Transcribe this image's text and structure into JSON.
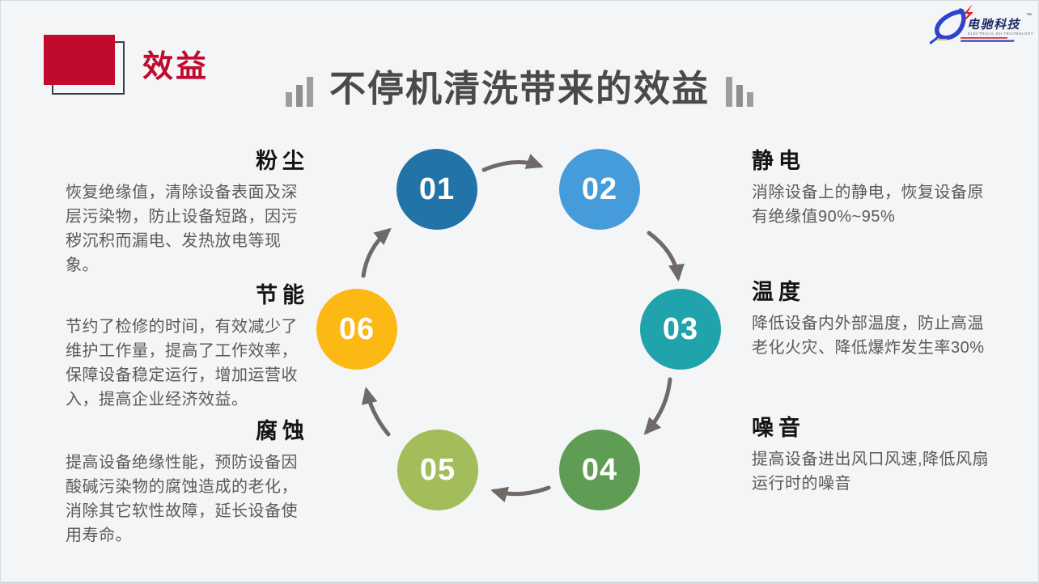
{
  "slide": {
    "corner_label": "效益",
    "title": "不停机清洗带来的效益",
    "accent_color": "#c00a2e",
    "title_color": "#4a4a4a",
    "background": "#f4f5f7"
  },
  "logo": {
    "brand": "电驰科技",
    "trademark": "™",
    "tagline": "ELECTRICAL DH TECHNOLOGY",
    "swoosh_blue": "#2b43cf",
    "bolt_red": "#e02222",
    "text_navy": "#1b2a66"
  },
  "diagram": {
    "arrow_color": "#6f6a68",
    "steps": [
      {
        "num": "01",
        "color": "#2173a8"
      },
      {
        "num": "02",
        "color": "#469cdb"
      },
      {
        "num": "03",
        "color": "#20a3ab"
      },
      {
        "num": "04",
        "color": "#5f9d55"
      },
      {
        "num": "05",
        "color": "#a3bd5b"
      },
      {
        "num": "06",
        "color": "#fcb813"
      }
    ]
  },
  "left_benefits": [
    {
      "heading": "粉尘",
      "body": "恢复绝缘值，清除设备表面及深层污染物，防止设备短路，因污秽沉积而漏电、发热放电等现象。"
    },
    {
      "heading": "节能",
      "body": "节约了检修的时间，有效减少了维护工作量，提高了工作效率，保障设备稳定运行，增加运营收入，提高企业经济效益。"
    },
    {
      "heading": "腐蚀",
      "body": "提高设备绝缘性能，预防设备因酸碱污染物的腐蚀造成的老化，消除其它软性故障，延长设备使用寿命。"
    }
  ],
  "right_benefits": [
    {
      "heading": "静电",
      "body": "消除设备上的静电，恢复设备原有绝缘值90%~95%"
    },
    {
      "heading": "温度",
      "body": "降低设备内外部温度，防止高温老化火灾、降低爆炸发生率30%"
    },
    {
      "heading": "噪音",
      "body": "提高设备进出风口风速,降低风扇运行时的噪音"
    }
  ]
}
